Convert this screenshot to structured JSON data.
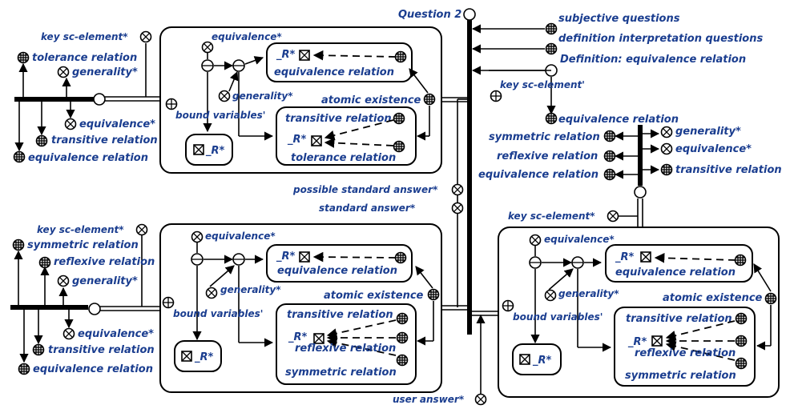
{
  "labels": {
    "question": "Question 2",
    "subjective_questions": "subjective questions",
    "definition_interpretation_questions": "definition interpretation questions",
    "definition_equivalence": "Definition: equivalence relation",
    "key_sc_element_prime": "key sc-element'",
    "key_sc_element_star": "key sc-element*",
    "equivalence_relation": "equivalence relation",
    "symmetric_relation": "symmetric relation",
    "reflexive_relation": "reflexive relation",
    "transitive_relation": "transitive relation",
    "tolerance_relation": "tolerance relation",
    "generality": "generality*",
    "equivalence_star": "equivalence*",
    "possible_standard_answer": "possible standard answer*",
    "standard_answer": "standard answer*",
    "user_answer": "user answer*",
    "atomic_existence": "atomic existence",
    "bound_variables": "bound variables'",
    "r_star": "_R*"
  },
  "icons": {
    "class_node": "circle-grid-icon",
    "relation_node": "circle-x-icon",
    "variable_node": "boxed-x-icon",
    "connector": "circle-minus-icon",
    "plus": "circle-plus-icon"
  },
  "colors": {
    "label": "#1a3d8f",
    "stroke": "#000000"
  }
}
